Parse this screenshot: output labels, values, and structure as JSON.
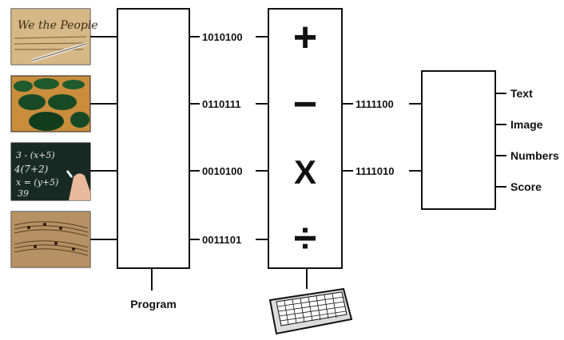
{
  "inputs": [
    {
      "name": "document",
      "icon": "parchment-quill-image"
    },
    {
      "name": "crop-circles",
      "icon": "crop-fields-image"
    },
    {
      "name": "chalkboard",
      "icon": "chalkboard-math-image"
    },
    {
      "name": "sheet-music",
      "icon": "sheet-music-image"
    }
  ],
  "program": {
    "label": "Program"
  },
  "codes_in": [
    "1010100",
    "0110111",
    "0010100",
    "0011101"
  ],
  "operators": [
    "+",
    "−",
    "X",
    "÷"
  ],
  "codes_out": [
    "1111100",
    "1111010"
  ],
  "outputs": [
    "Text",
    "Image",
    "Numbers",
    "Score"
  ],
  "colors": {
    "line": "#111111",
    "box_fill": "#ffffff"
  }
}
